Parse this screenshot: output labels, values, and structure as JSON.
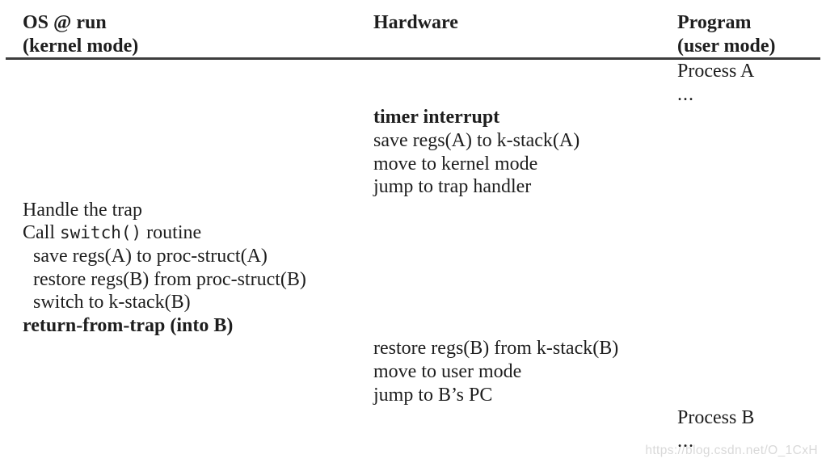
{
  "header": {
    "os": {
      "line1": "OS @ run",
      "line2": "(kernel mode)"
    },
    "hardware": {
      "line1": "Hardware"
    },
    "program": {
      "line1": "Program",
      "line2": "(user mode)"
    }
  },
  "flow": {
    "process_a": {
      "name_line": "Process A",
      "ellipsis": "..."
    },
    "timer_interrupt": {
      "title": "timer interrupt",
      "steps": [
        "save regs(A) to k-stack(A)",
        "move to kernel mode",
        "jump to trap handler"
      ]
    },
    "os_trap_handling": {
      "handle_line": "Handle the trap",
      "call_line": {
        "pre": "Call ",
        "code": "switch()",
        "post": " routine"
      },
      "switch_steps": [
        "save regs(A) to proc-struct(A)",
        "restore regs(B) from proc-struct(B)",
        "switch to k-stack(B)"
      ],
      "return_line": "return-from-trap (into B)"
    },
    "hardware_return": {
      "steps": [
        "restore regs(B) from k-stack(B)",
        "move to user mode",
        "jump to B’s PC"
      ]
    },
    "process_b": {
      "name_line": "Process B",
      "ellipsis": "..."
    }
  },
  "watermark": "https://blog.csdn.net/O_1CxH",
  "colors": {
    "text": "#1e1e1e",
    "rule": "#3d3d3d",
    "watermark": "#d9d9d9",
    "background": "#ffffff"
  }
}
